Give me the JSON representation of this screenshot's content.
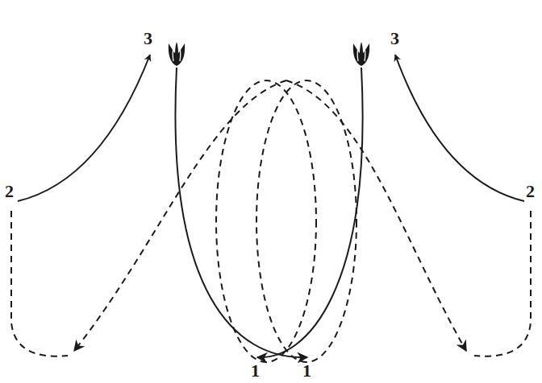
{
  "diagram": {
    "labels": [
      "3",
      "3",
      "2",
      "2",
      "1",
      "1"
    ]
  }
}
